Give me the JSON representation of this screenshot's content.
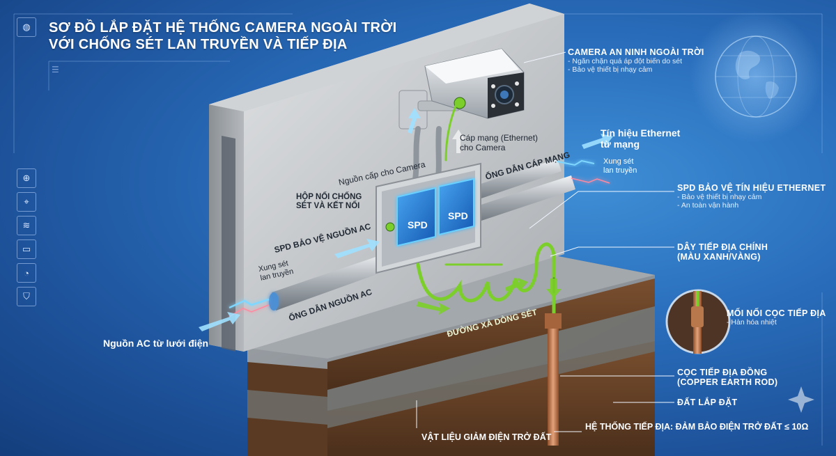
{
  "title": {
    "line1": "SƠ ĐỒ LẮP ĐẶT HỆ THỐNG CAMERA NGOÀI TRỜI",
    "line2": "VỚI CHỐNG SÉT LAN TRUYỀN VÀ TIẾP ĐỊA"
  },
  "camera": {
    "title": "CAMERA AN NINH NGOÀI TRỜI",
    "bullets": [
      "- Ngăn chặn quá áp đột biến do sét",
      "- Bảo vệ thiết bị nhạy cảm"
    ]
  },
  "labels": {
    "ethernet_cable": "Cáp mạng (Ethernet)",
    "ethernet_cable_2": "cho Camera",
    "camera_power": "Nguồn cấp cho Camera",
    "ethernet_signal_1": "Tín hiệu Ethernet",
    "ethernet_signal_2": "từ mạng",
    "surge_right_1": "Xung sét",
    "surge_right_2": "lan truyền",
    "network_conduit": "ỐNG DẪN CÁP MẠNG",
    "junction_box_1": "HỘP NỐI CHỐNG",
    "junction_box_2": "SÉT VÀ KẾT NỐI",
    "spd_ac": "SPD BẢO VỆ NGUỒN AC",
    "surge_left_1": "Xung sét",
    "surge_left_2": "lan truyền",
    "ac_conduit": "ỐNG DẪN NGUỒN AC",
    "ac_source": "Nguồn AC từ lưới điện",
    "discharge_path": "ĐƯỜNG XẢ DÒNG SÉT",
    "spd_left_module": "SPD",
    "spd_right_module": "SPD"
  },
  "spd_ethernet": {
    "title": "SPD BẢO VỆ TÍN HIỆU ETHERNET",
    "bullets": [
      "- Bảo vệ thiết bị nhạy cảm",
      "- An toàn vận hành"
    ]
  },
  "ground_wire": {
    "line1": "DÂY TIẾP ĐỊA CHÍNH",
    "line2": "(MÀU XANH/VÀNG)"
  },
  "rod_joint": {
    "title": "MỐI NỐI CỌC TIẾP ĐỊA",
    "bullet": "- Hàn hóa nhiệt"
  },
  "earth_rod": {
    "line1": "CỌC TIẾP ĐỊA ĐỒNG",
    "line2": "(COPPER EARTH ROD)"
  },
  "soil": "ĐẤT LẮP ĐẶT",
  "grounding_system": "HỆ THỐNG TIẾP ĐỊA: ĐẢM BẢO ĐIỆN TRỞ ĐẤT ≤ 10Ω",
  "backfill": "VẬT LIỆU GIẢM ĐIỆN TRỞ ĐẤT",
  "icons": [
    "globe-icon",
    "document-icon",
    "location-icon",
    "wifi-icon",
    "monitor-icon",
    "gauge-icon",
    "shield-icon"
  ],
  "colors": {
    "background": "#2a6fbd",
    "ground_wire": "#7ccf2a",
    "copper": "#c7794a",
    "spark": "#7fd7ff"
  }
}
